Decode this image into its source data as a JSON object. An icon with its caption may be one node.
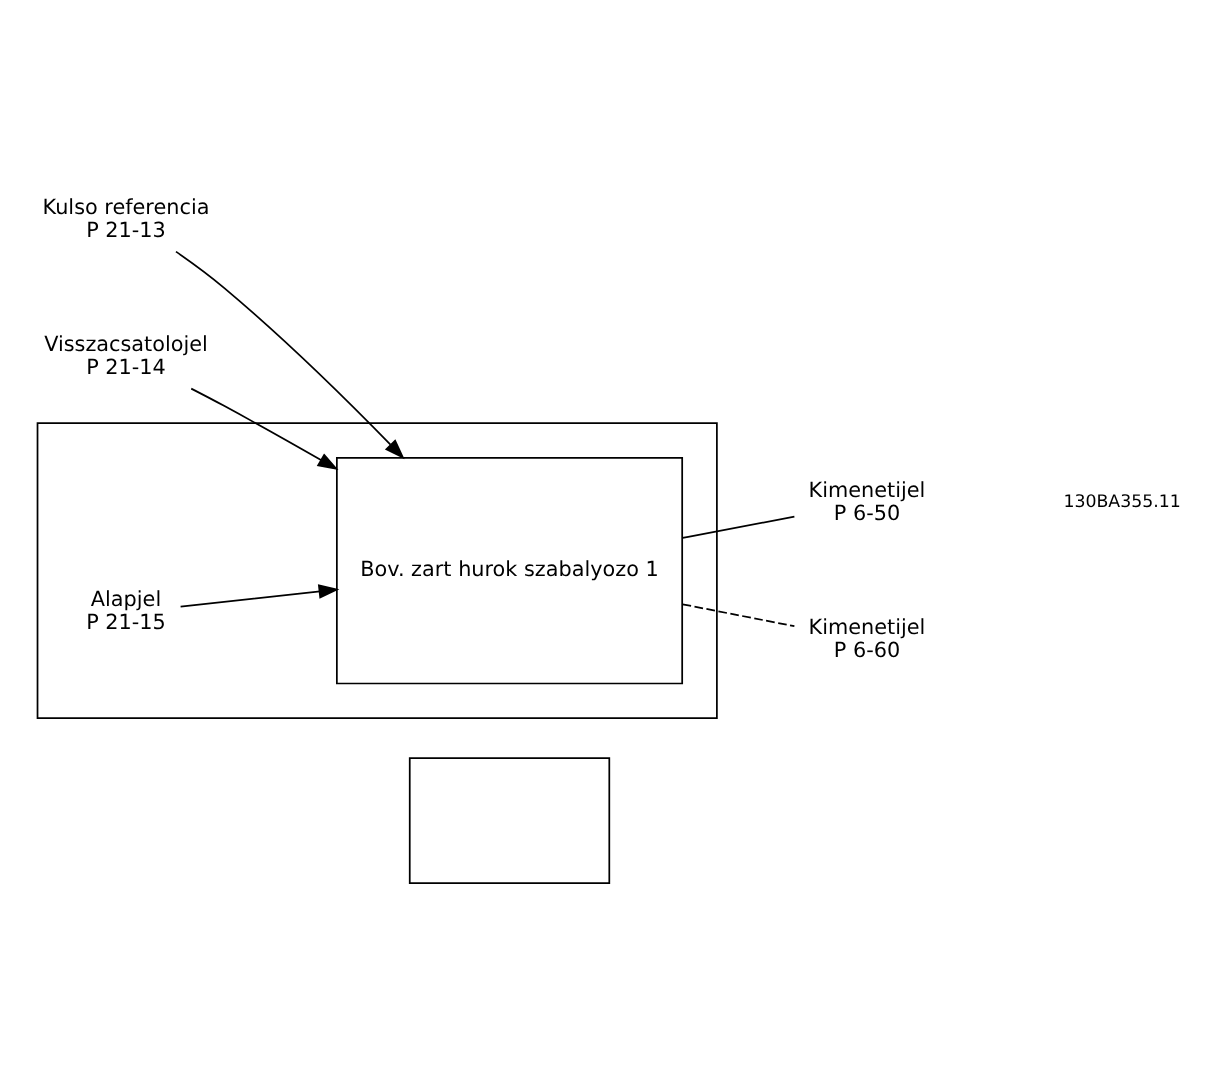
{
  "diagram": {
    "nodes": [
      {
        "text": [],
        "shape": "box"
      },
      {
        "text": [
          "Bov. zart hurok szabalyozo 1"
        ],
        "in": 0
      },
      {
        "text": [],
        "shape": "box"
      },
      {
        "text": [
          "Kulso referencia",
          "P 21-13"
        ]
      },
      {
        "text": [
          "Alapjel",
          "P 21-15"
        ],
        "in": 0
      },
      {
        "text": [
          "Visszacsatolojel",
          "P 21-14"
        ]
      },
      {
        "text": [
          "Kimenetijel",
          "P 6-50"
        ]
      },
      {
        "text": [
          "Kimenetijel",
          "P 6-60"
        ]
      }
    ],
    "edges": [
      {
        "from": 3,
        "to": 1,
        "arrow": "to"
      },
      {
        "from": 4,
        "to": 1,
        "arrow": "to"
      },
      {
        "from": 5,
        "to": 1,
        "arrow": "to"
      },
      {
        "from": 1,
        "to": 6,
        "arrow": "none"
      },
      {
        "from": 1,
        "to": 7,
        "arrow": "none",
        "style": "dashed"
      }
    ],
    "labels": [
      "130BA355.11"
    ]
  }
}
